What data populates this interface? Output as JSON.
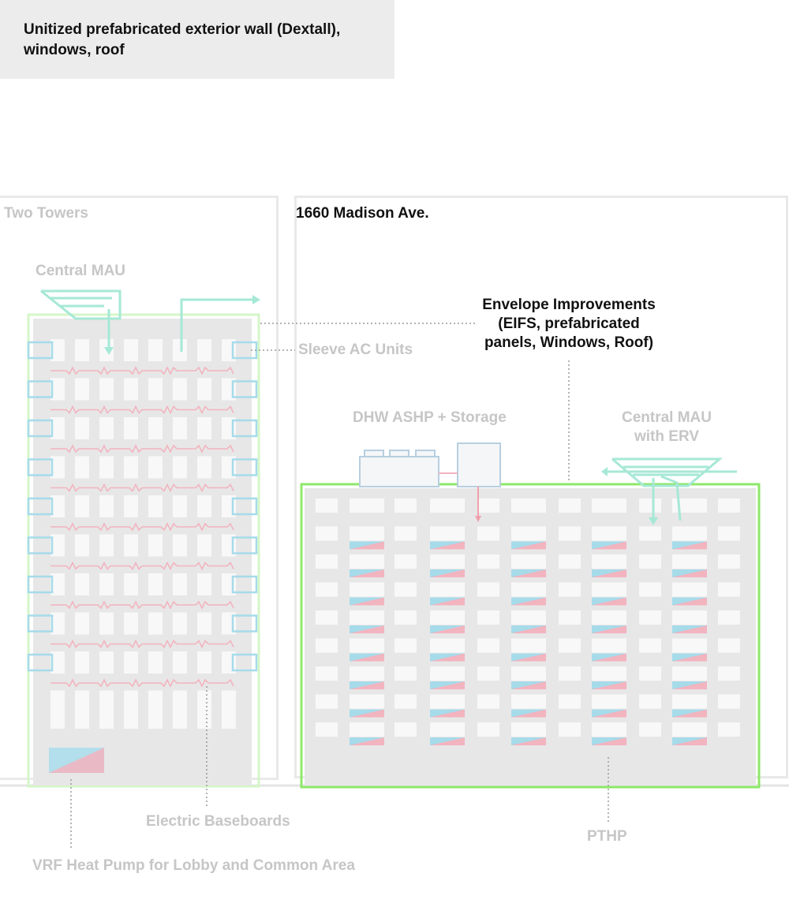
{
  "caption": "Unitized prefabricated exterior wall (Dextall), windows, roof",
  "left_building": {
    "title": "Two Towers",
    "labels": {
      "central_mau": "Central MAU",
      "sleeve_ac": "Sleeve AC Units",
      "electric_baseboards": "Electric Baseboards",
      "vrf": "VRF Heat Pump for Lobby and Common Area"
    }
  },
  "right_building": {
    "title": "1660 Madison Ave.",
    "labels": {
      "envelope_line1": "Envelope Improvements",
      "envelope_line2": "(EIFS, prefabricated",
      "envelope_line3": "panels, Windows, Roof)",
      "dhw": "DHW ASHP + Storage",
      "central_mau_line1": "Central MAU",
      "central_mau_line2": "with ERV",
      "pthp": "PTHP"
    }
  },
  "colors": {
    "envelope_green": "#b8f5a4",
    "ac_blue": "#a6dbea",
    "heat_red": "#f2b4bf",
    "air_teal": "#9ee6d3",
    "wall_gray": "#e6e6e6",
    "window_white": "#f8f8f8",
    "faded_text": "#c6c6c6",
    "dark_text": "#111111"
  }
}
